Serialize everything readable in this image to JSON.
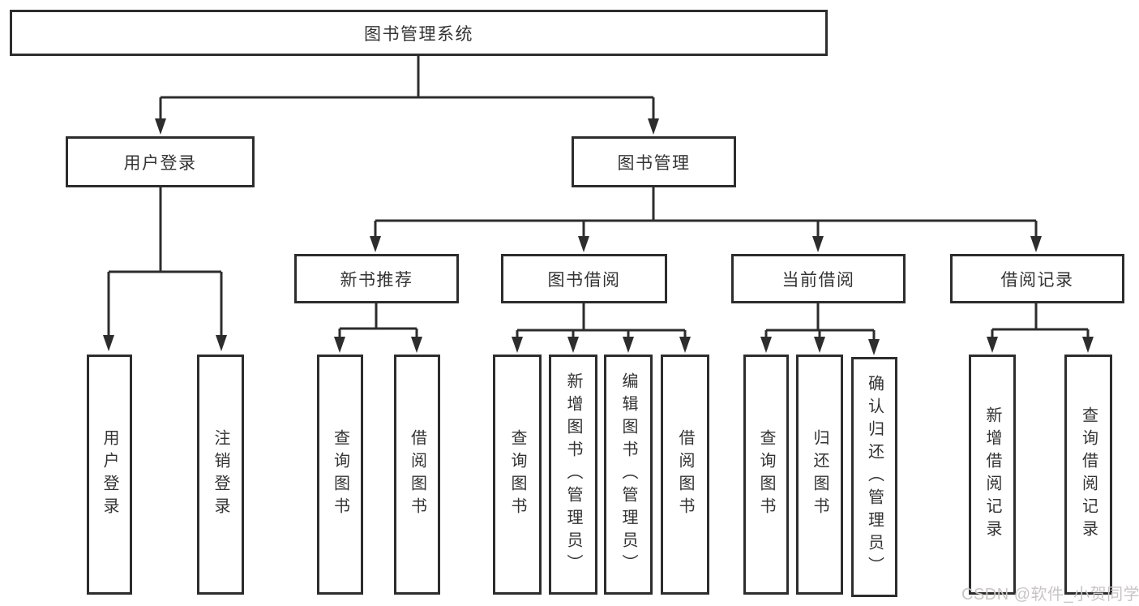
{
  "colors": {
    "line": "#2d2d2d",
    "box_border": "#2d2d2d",
    "text": "#333333",
    "background": "#ffffff",
    "watermark": "#c9c5c5"
  },
  "root": {
    "label": "图书管理系统"
  },
  "user_login": {
    "label": "用户登录",
    "children": [
      {
        "label": "用户登录"
      },
      {
        "label": "注销登录"
      }
    ]
  },
  "book_management": {
    "label": "图书管理",
    "sections": [
      {
        "label": "新书推荐",
        "children": [
          {
            "label": "查询图书"
          },
          {
            "label": "借阅图书"
          }
        ]
      },
      {
        "label": "图书借阅",
        "children": [
          {
            "label": "查询图书"
          },
          {
            "label": "新增图书（管理员）"
          },
          {
            "label": "编辑图书（管理员）"
          },
          {
            "label": "借阅图书"
          }
        ]
      },
      {
        "label": "当前借阅",
        "children": [
          {
            "label": "查询图书"
          },
          {
            "label": "归还图书"
          },
          {
            "label": "确认归还（管理员）"
          }
        ]
      },
      {
        "label": "借阅记录",
        "children": [
          {
            "label": "新增借阅记录"
          },
          {
            "label": "查询借阅记录"
          }
        ]
      }
    ]
  },
  "watermark": {
    "text": "CSDN @软件_小贺同学"
  }
}
